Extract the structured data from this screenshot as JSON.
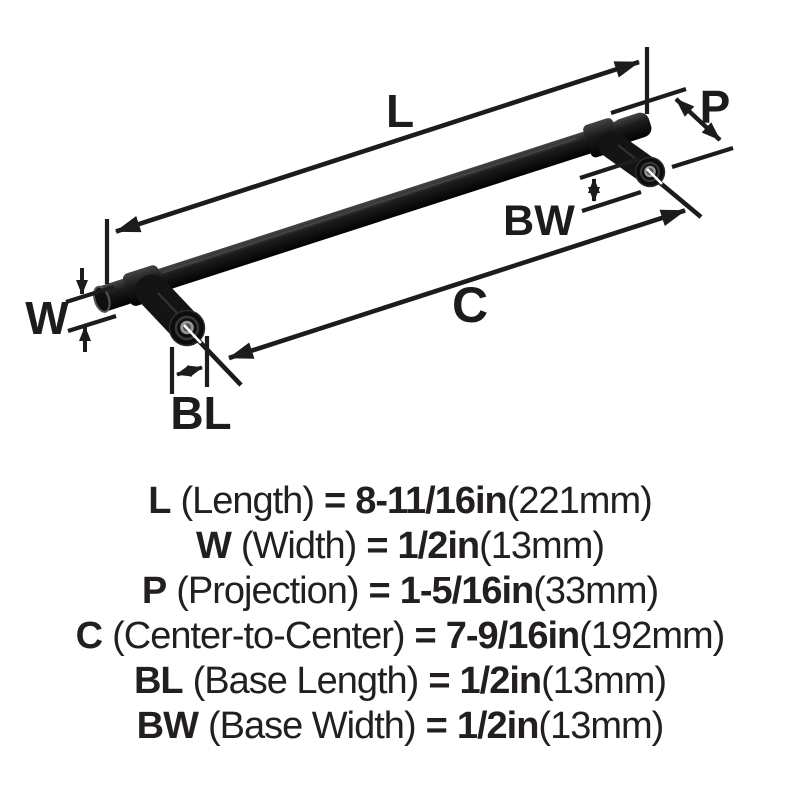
{
  "diagram": {
    "description": "Bar pull handle dimension drawing",
    "labels": {
      "length": "L",
      "width": "W",
      "projection": "P",
      "center_to_center": "C",
      "base_length": "BL",
      "base_width": "BW"
    },
    "colors": {
      "ink": "#1c1c1c",
      "hardware_black": "#141414",
      "screw_gray": "#969696",
      "background": "#ffffff"
    }
  },
  "legend": {
    "rows": [
      {
        "code": "L",
        "label": "(Length)",
        "eq": "=",
        "value": "8-11/16in",
        "metric": "(221mm)"
      },
      {
        "code": "W",
        "label": "(Width)",
        "eq": "=",
        "value": "1/2in",
        "metric": "(13mm)"
      },
      {
        "code": "P",
        "label": "(Projection)",
        "eq": "=",
        "value": "1-5/16in",
        "metric": "(33mm)"
      },
      {
        "code": "C",
        "label": "(Center-to-Center)",
        "eq": "=",
        "value": "7-9/16in",
        "metric": "(192mm)"
      },
      {
        "code": "BL",
        "label": "(Base Length)",
        "eq": "=",
        "value": "1/2in",
        "metric": "(13mm)"
      },
      {
        "code": "BW",
        "label": "(Base Width)",
        "eq": "=",
        "value": "1/2in",
        "metric": "(13mm)"
      }
    ]
  }
}
